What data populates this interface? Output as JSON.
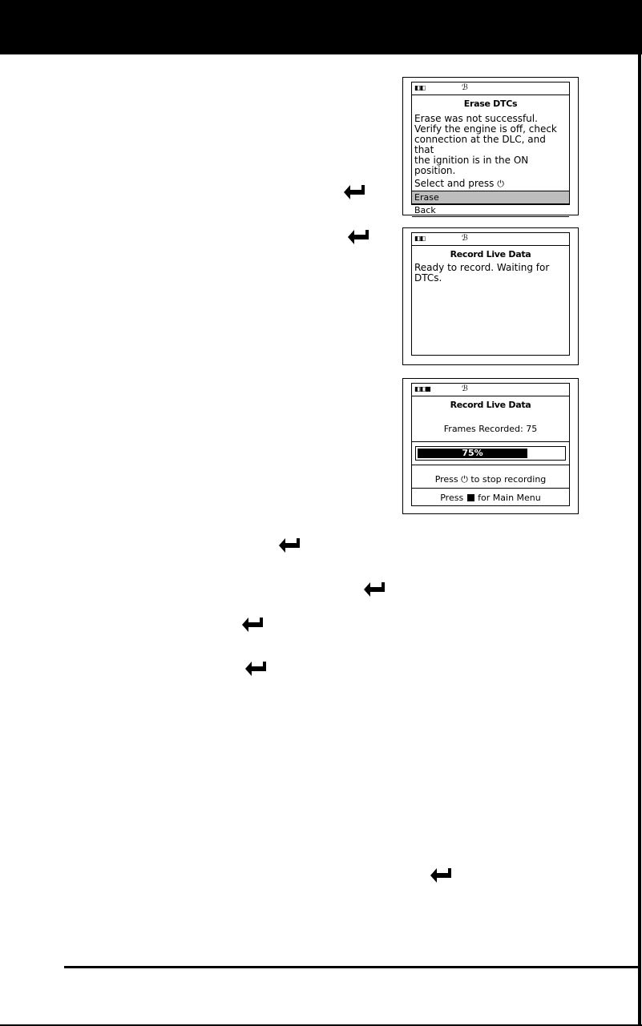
{
  "screen1": {
    "title": "Erase DTCs",
    "lines": [
      "Erase was not successful.",
      "Verify the engine is off, check",
      "connection at the DLC, and that",
      "the ignition is in the ON position."
    ],
    "prompt": "Select and press",
    "menu": [
      "Erase",
      "Back"
    ],
    "selected_index": 0
  },
  "screen2": {
    "title": "Record Live Data",
    "message": "Ready to record. Waiting for DTCs."
  },
  "screen3": {
    "title": "Record Live Data",
    "frames_label": "Frames Recorded: 75",
    "progress": {
      "percent": 75,
      "label": "75%"
    },
    "press_label": "Press",
    "stop_label": "to stop recording",
    "menu_label": "for Main Menu"
  },
  "icons": {
    "enter": "enter-key-icon",
    "car": "vehicle-icon",
    "bluetooth": "bluetooth-icon",
    "power_button": "power-button-icon",
    "menu_button": "menu-button-icon"
  }
}
